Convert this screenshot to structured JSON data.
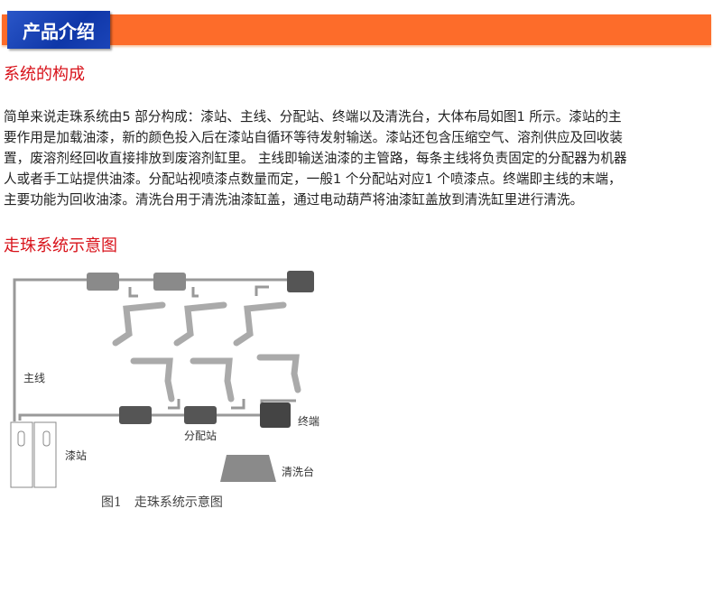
{
  "banner": {
    "title": "产品介绍"
  },
  "section1": {
    "heading": "系统的构成",
    "lines": [
      "简单来说走珠系统由5 部分构成：漆站、主线、分配站、终端以及清洗台，大体布局如图1 所示。漆站的主",
      "要作用是加载油漆，新的颜色投入后在漆站自循环等待发射输送。漆站还包含压缩空气、溶剂供应及回收装",
      "置，废溶剂经回收直接排放到废溶剂缸里。 主线即输送油漆的主管路，每条主线将负责固定的分配器为机器",
      "人或者手工站提供油漆。分配站视喷漆点数量而定，一般1 个分配站对应1 个喷漆点。终端即主线的末端，",
      "主要功能为回收油漆。清洗台用于清洗油漆缸盖，通过电动葫芦将油漆缸盖放到清洗缸里进行清洗。"
    ]
  },
  "section2": {
    "heading": "走珠系统示意图"
  },
  "diagram": {
    "labels": {
      "main_line": "主线",
      "paint_station": "漆站",
      "distribution": "分配站",
      "terminal": "终端",
      "cleaning": "清洗台"
    },
    "caption": "图1　走珠系统示意图"
  }
}
